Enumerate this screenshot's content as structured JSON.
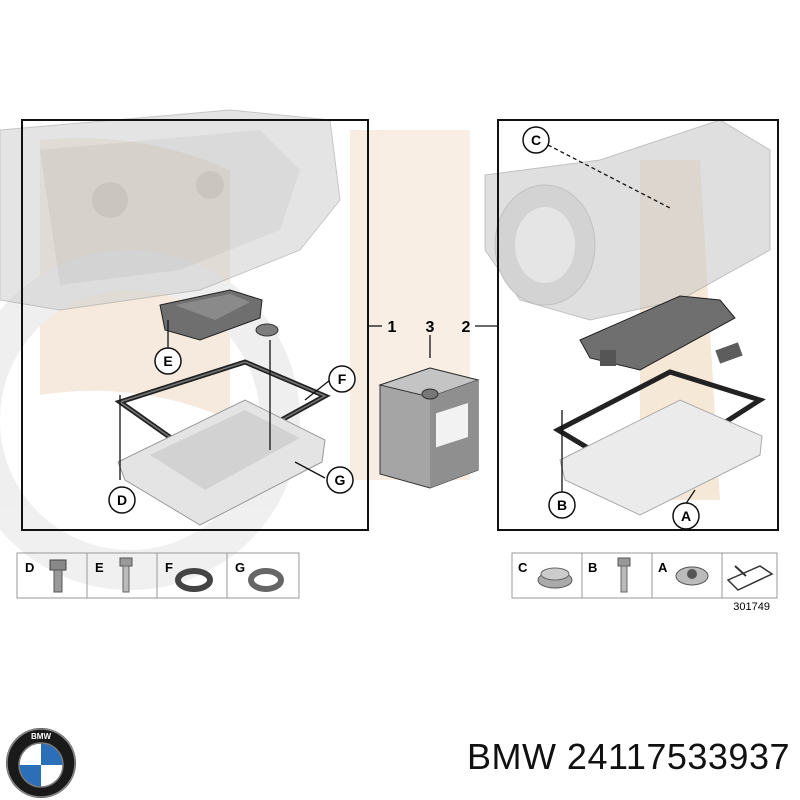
{
  "diagram": {
    "group_labels": {
      "left": "1",
      "center": "3",
      "right": "2"
    },
    "left_panel_callouts": [
      "E",
      "F",
      "D",
      "G"
    ],
    "right_panel_callouts": [
      "C",
      "B",
      "A"
    ],
    "legend_left": [
      "D",
      "E",
      "F",
      "G"
    ],
    "legend_right": [
      "C",
      "B",
      "A"
    ],
    "figure_number": "301749"
  },
  "footer": {
    "logo_text": "BMW",
    "part_number": "BMW 24117533937"
  },
  "colors": {
    "line": "#111111",
    "watermark": "#f3e3d2",
    "part_grey": "#9a9a9a",
    "pan_grey": "#d8d8d8"
  }
}
